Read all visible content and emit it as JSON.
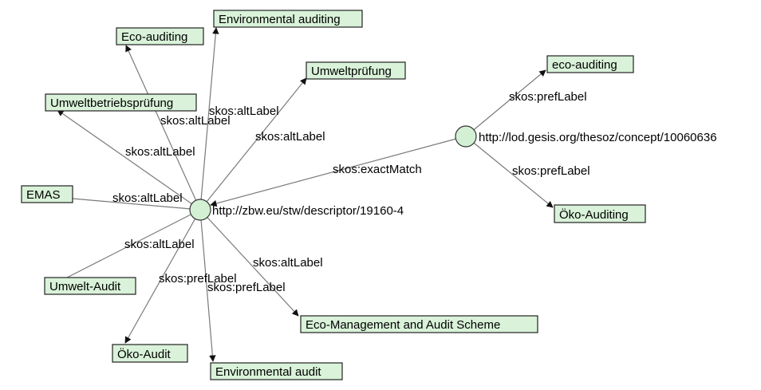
{
  "nodes": {
    "stw": "http://zbw.eu/stw/descriptor/19160-4",
    "gesis": "http://lod.gesis.org/thesoz/concept/10060636"
  },
  "literals": {
    "env_auditing": "Environmental auditing",
    "eco_auditing_cap": "Eco-auditing",
    "umweltpruefung": "Umweltprüfung",
    "umweltbetriebspruefung": "Umweltbetriebsprüfung",
    "emas": "EMAS",
    "umwelt_audit": "Umwelt-Audit",
    "oeko_audit": "Öko-Audit",
    "env_audit": "Environmental audit",
    "emas_full": "Eco-Management and Audit Scheme",
    "eco_auditing_lower": "eco-auditing",
    "oeko_auditing": "Öko-Auditing"
  },
  "edge_labels": {
    "alt_env_auditing": "skos:altLabel",
    "alt_eco_auditing": "skos:altLabel",
    "alt_umweltpruefung": "skos:altLabel",
    "alt_umweltbetriebspruefung": "skos:altLabel",
    "alt_emas": "skos:altLabel",
    "alt_umwelt_audit": "skos:altLabel",
    "pref_oeko_audit": "skos:prefLabel",
    "pref_env_audit": "skos:prefLabel",
    "alt_emas_full": "skos:altLabel",
    "exact_match": "skos:exactMatch",
    "pref_eco_auditing": "skos:prefLabel",
    "pref_oeko_auditing": "skos:prefLabel"
  }
}
